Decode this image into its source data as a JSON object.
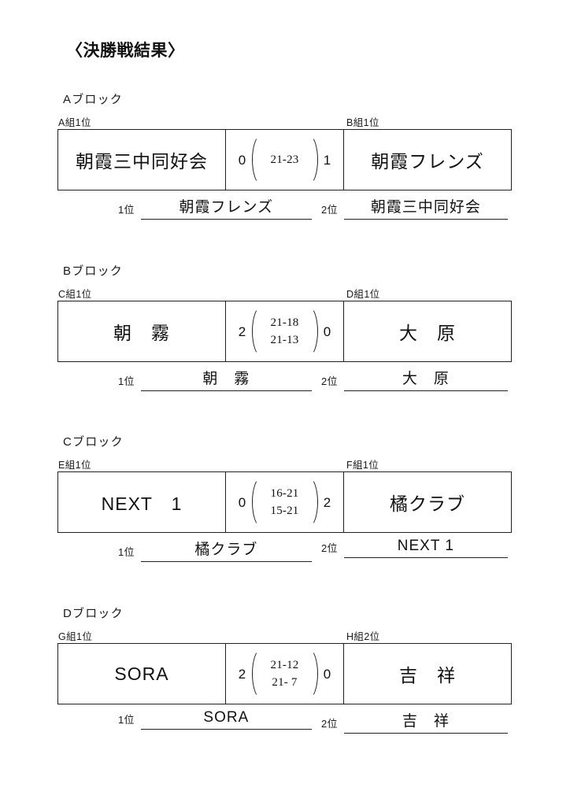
{
  "document": {
    "title": "〈決勝戦結果〉"
  },
  "blocks": [
    {
      "heading": "Aブロック",
      "seed_left": "A組1位",
      "seed_right": "B組1位",
      "match": {
        "team_left": "朝霞三中同好会",
        "team_right": "朝霞フレンズ",
        "games_left": "0",
        "games_right": "1",
        "sets": [
          "21-23"
        ]
      },
      "results": {
        "first_label": "1位",
        "first_name": "朝霞フレンズ",
        "second_label": "2位",
        "second_name": "朝霞三中同好会"
      }
    },
    {
      "heading": "Bブロック",
      "seed_left": "C組1位",
      "seed_right": "D組1位",
      "match": {
        "team_left": "朝　霧",
        "team_right": "大　原",
        "games_left": "2",
        "games_right": "0",
        "sets": [
          "21-18",
          "21-13"
        ]
      },
      "results": {
        "first_label": "1位",
        "first_name": "朝　霧",
        "second_label": "2位",
        "second_name": "大　原"
      }
    },
    {
      "heading": "Cブロック",
      "seed_left": "E組1位",
      "seed_right": "F組1位",
      "match": {
        "team_left": "NEXT　1",
        "team_right": "橘クラブ",
        "games_left": "0",
        "games_right": "2",
        "sets": [
          "16-21",
          "15-21"
        ]
      },
      "results": {
        "first_label": "1位",
        "first_name": "橘クラブ",
        "second_label": "2位",
        "second_name": "NEXT 1"
      }
    },
    {
      "heading": "Dブロック",
      "seed_left": "G組1位",
      "seed_right": "H組2位",
      "match": {
        "team_left": "SORA",
        "team_right": "吉　祥",
        "games_left": "2",
        "games_right": "0",
        "sets": [
          "21-12",
          "21- 7"
        ]
      },
      "results": {
        "first_label": "1位",
        "first_name": "SORA",
        "second_label": "2位",
        "second_name": "吉　祥"
      }
    }
  ]
}
